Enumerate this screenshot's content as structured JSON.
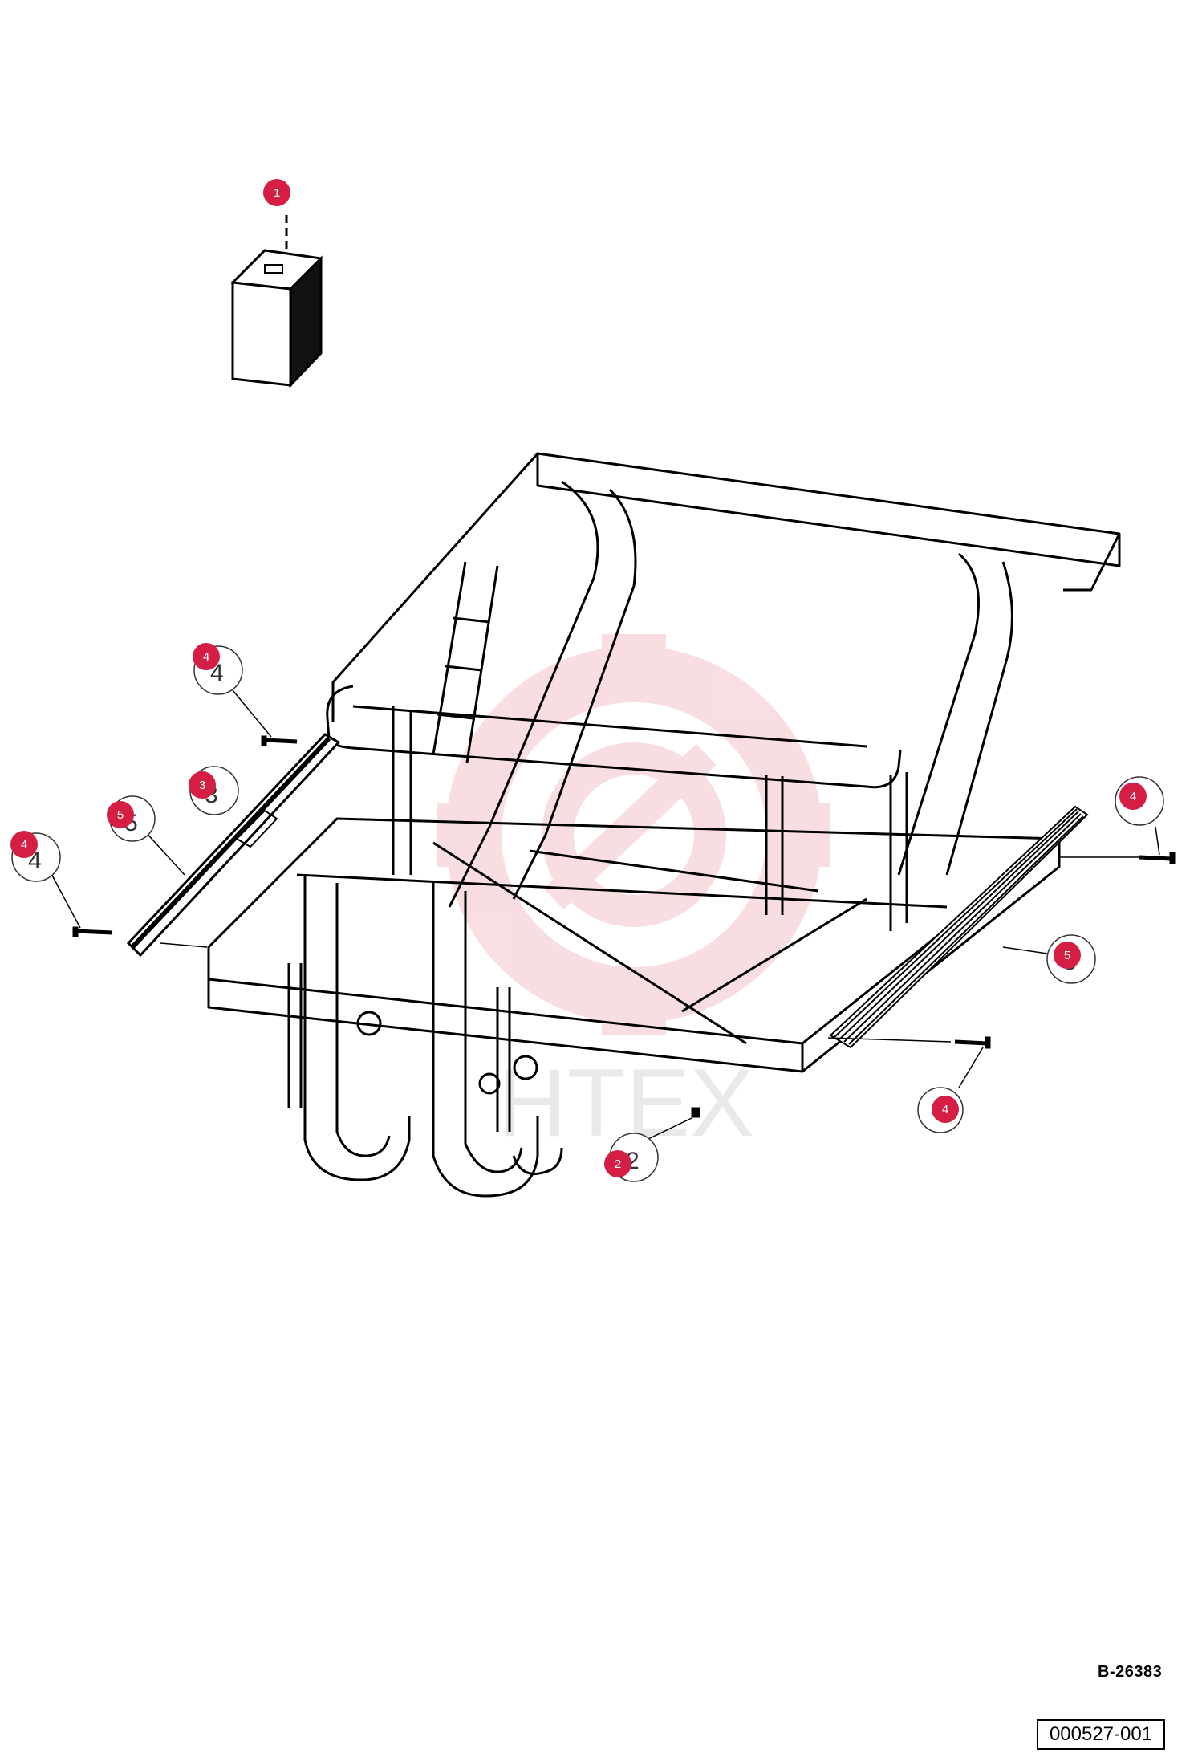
{
  "diagram": {
    "drawing_code": "B-26383",
    "document_number": "000527-001",
    "watermark_text": "HTEX",
    "colors": {
      "callout": "#d41e44",
      "line": "#000000",
      "watermark": "#f2b7bd"
    },
    "callouts": {
      "c1": "1",
      "c2": "2",
      "c3": "3",
      "c4a": "4",
      "c4b": "4",
      "c4c": "4",
      "c4d": "4",
      "c5a": "5",
      "c5b": "5"
    },
    "ghost_labels": {
      "g2": "2",
      "g3": "3",
      "g4a": "4",
      "g4b": "4",
      "g5a": "5",
      "g5b": "5"
    }
  }
}
